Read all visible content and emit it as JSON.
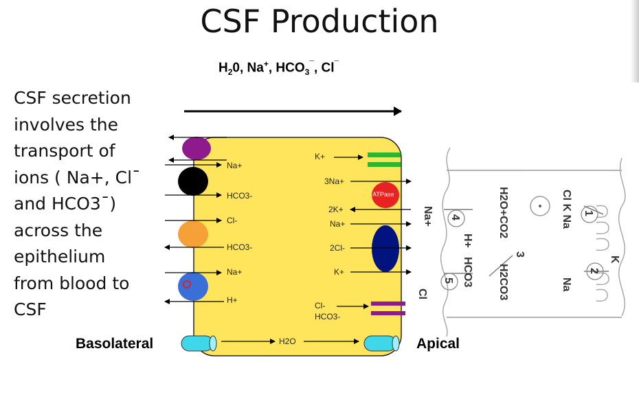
{
  "slide": {
    "title": "CSF Production",
    "formula": {
      "h2o": "H",
      "h2o_sub": "2",
      "h2o_tail": "0, Na",
      "na_sup": "+",
      "hco": ", HCO",
      "hco_sub": "3",
      "hco_sup": "¯",
      "cl": ", Cl",
      "cl_sup": "¯"
    },
    "description_lines": [
      "CSF secretion",
      "involves the",
      "transport of",
      "ions ( Na+, Cl¯",
      "and HCO3¯)",
      "across the",
      "epithelium",
      "from blood to",
      "CSF"
    ],
    "basolateral_label": "Basolateral",
    "apical_label": "Apical"
  },
  "cell": {
    "color": "#ffe55c",
    "basolateral_transporters": [
      {
        "name": "purple-transporter",
        "color": "#8e1a8e",
        "labels": []
      },
      {
        "name": "black-transporter",
        "color": "#000000",
        "labels": [
          "Na+"
        ]
      },
      {
        "name": "orange-transporter",
        "color": "#f5a137",
        "labels": [
          "HCO3-",
          "Cl-"
        ]
      },
      {
        "name": "blue-transporter",
        "color": "#3a6fd8",
        "labels": [
          "HCO3-",
          "Na+",
          "H+"
        ]
      }
    ],
    "apical_labels": {
      "k1": "K+",
      "na3": "3Na+",
      "atpase": "ATPase",
      "k2": "2K+",
      "na": "Na+",
      "cl2": "2Cl-",
      "k3": "K+",
      "cl": "Cl-",
      "hco3": "HCO3-"
    },
    "water_label": "H2O"
  },
  "right_panel": {
    "labels": {
      "na_left": "Na+",
      "num4": "4",
      "h_plus": "H+",
      "hco3": "HCO3",
      "num5": "5",
      "cl": "Cl",
      "reaction_top": "H2O+CO2",
      "reaction_num": "3",
      "reaction_bottom": "H2CO3",
      "cl_k_na": "Cl K Na",
      "num1": "1",
      "num2": "2",
      "k": "K",
      "na_right": "Na"
    }
  }
}
